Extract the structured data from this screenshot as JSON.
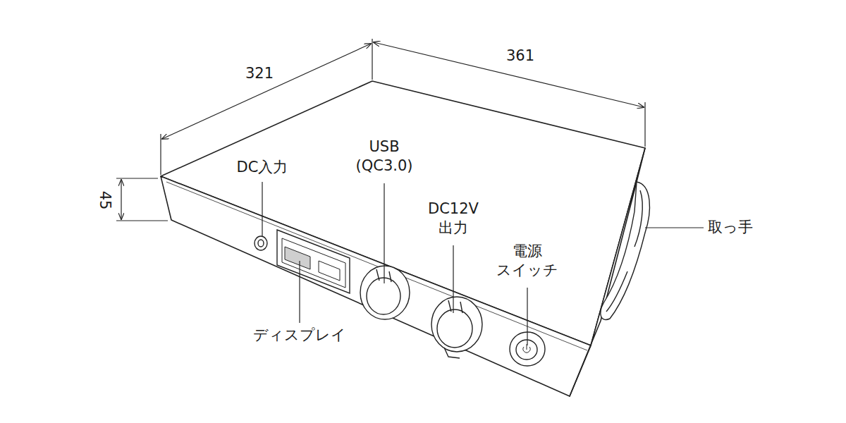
{
  "diagram": {
    "labels": [
      "321",
      "361",
      "45",
      "DC入力",
      "USB (QC3.0)",
      "DC12V 出力",
      "電源 スイッチ",
      "取っ手",
      "ディスプレイ"
    ]
  }
}
